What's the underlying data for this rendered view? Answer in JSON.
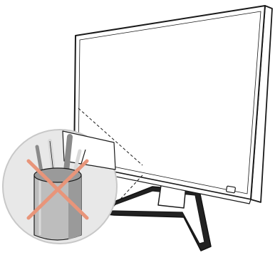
{
  "illustration": {
    "subject": "monitor-on-stand",
    "callout": "magnified-detail-circle",
    "callout_contents": "pen-holder-with-pens",
    "prohibition_mark": "red-x-cross",
    "colors": {
      "outline": "#1a1a1a",
      "screen": "#ffffff",
      "stand_dark": "#222222",
      "stand_face": "#ffffff",
      "magnifier_fill": "#e8e8e8",
      "magnifier_rim": "#c8c8c8",
      "holder_body": "#bdbdbd",
      "holder_shade": "#9a9a9a",
      "pen_light": "#d9d9d9",
      "pen_dark": "#8a8a8a",
      "cross": "#e8957a"
    }
  }
}
